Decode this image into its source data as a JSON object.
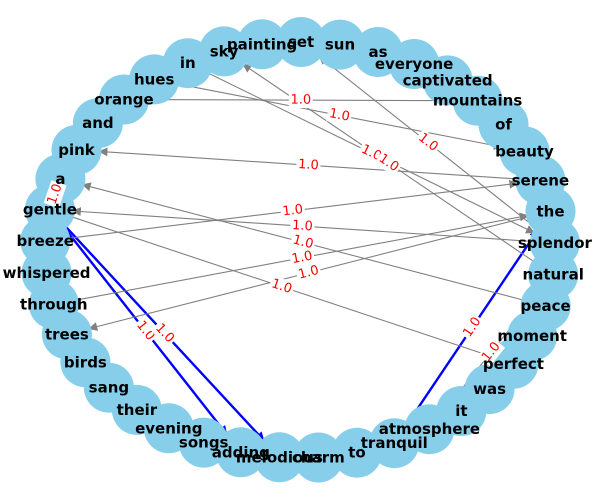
{
  "graph": {
    "node_color": "#87ceeb",
    "edge_color": "#808080",
    "highlight_color": "#0000ff",
    "edge_label_color": "#ff0000",
    "nodes": [
      "a",
      "pink",
      "and",
      "orange",
      "hues",
      "in",
      "sky",
      "painting",
      "set",
      "sun",
      "as",
      "everyone",
      "captivated",
      "mountains",
      "of",
      "beauty",
      "serene",
      "the",
      "splendor",
      "natural",
      "peace",
      "moment",
      "perfect",
      "was",
      "it",
      "atmosphere",
      "tranquil",
      "to",
      "charm",
      "melodious",
      "adding",
      "songs",
      "evening",
      "their",
      "sang",
      "birds",
      "trees",
      "through",
      "whispered",
      "breeze",
      "gentle"
    ],
    "edges": [
      {
        "source": "a",
        "target": "gentle",
        "weight": "1.0",
        "highlight": true
      },
      {
        "source": "gentle",
        "target": "breeze",
        "weight": "",
        "highlight": true
      },
      {
        "source": "gentle",
        "target": "adding",
        "weight": "1.0",
        "highlight": true
      },
      {
        "source": "gentle",
        "target": "melodious",
        "weight": "1.0",
        "highlight": true
      },
      {
        "source": "tranquil",
        "target": "the",
        "weight": "1.0",
        "highlight": true
      },
      {
        "source": "serene",
        "target": "pink",
        "weight": "1.0",
        "highlight": false
      },
      {
        "source": "mountains",
        "target": "orange",
        "weight": "1.0",
        "highlight": false
      },
      {
        "source": "hues",
        "target": "beauty",
        "weight": "1.0",
        "highlight": false
      },
      {
        "source": "in",
        "target": "splendor",
        "weight": "1.0",
        "highlight": false
      },
      {
        "source": "natural",
        "target": "sky",
        "weight": "1.0",
        "highlight": false
      },
      {
        "source": "splendor",
        "target": "set",
        "weight": "1.0",
        "highlight": false
      },
      {
        "source": "peace",
        "target": "a",
        "weight": "1.0",
        "highlight": false
      },
      {
        "source": "the",
        "target": "trees",
        "weight": "1.0",
        "highlight": false
      },
      {
        "source": "through",
        "target": "the",
        "weight": "1.0",
        "highlight": false
      },
      {
        "source": "gentle",
        "target": "perfect",
        "weight": "1.0",
        "highlight": false
      },
      {
        "source": "splendor",
        "target": "gentle",
        "weight": "1.0",
        "highlight": false
      },
      {
        "source": "breeze",
        "target": "serene",
        "weight": "1.0",
        "highlight": false
      },
      {
        "source": "atmosphere",
        "target": "natural",
        "weight": "1.0",
        "highlight": false
      }
    ]
  }
}
